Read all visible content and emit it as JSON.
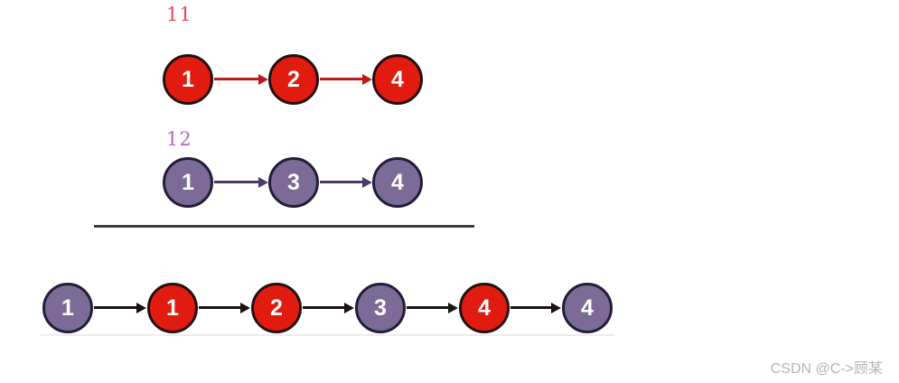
{
  "diagram": {
    "lists": [
      {
        "label": "11",
        "label_color": "red",
        "arrow_color": "red",
        "nodes": [
          {
            "value": "1",
            "color": "red"
          },
          {
            "value": "2",
            "color": "red"
          },
          {
            "value": "4",
            "color": "red"
          }
        ]
      },
      {
        "label": "12",
        "label_color": "purple",
        "arrow_color": "purple",
        "nodes": [
          {
            "value": "1",
            "color": "purple"
          },
          {
            "value": "3",
            "color": "purple"
          },
          {
            "value": "4",
            "color": "purple"
          }
        ]
      },
      {
        "label": "",
        "arrow_color": "black",
        "nodes": [
          {
            "value": "1",
            "color": "purple"
          },
          {
            "value": "1",
            "color": "red"
          },
          {
            "value": "2",
            "color": "red"
          },
          {
            "value": "3",
            "color": "purple"
          },
          {
            "value": "4",
            "color": "red"
          },
          {
            "value": "4",
            "color": "purple"
          }
        ]
      }
    ],
    "colors": {
      "red_node_fill": "#e11b10",
      "red_node_border": "#230f0d",
      "red_arrow": "#c0181a",
      "purple_node_fill": "#7c6b97",
      "purple_node_border": "#241c39",
      "purple_arrow": "#4e3b6b",
      "black_arrow": "#1c1215",
      "label_red": "#e8465a",
      "label_purple": "#b666c4",
      "divider": "#3c3c3c"
    }
  },
  "watermark": {
    "text": "CSDN @C->顾某"
  }
}
